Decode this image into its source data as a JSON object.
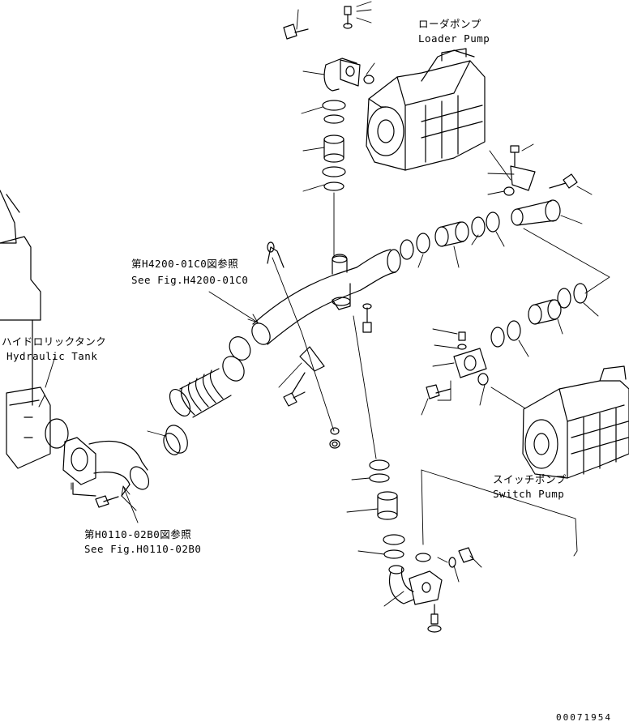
{
  "labels": {
    "loader_pump_jp": "ローダポンプ",
    "loader_pump_en": "Loader Pump",
    "switch_pump_jp": "スイッチポンプ",
    "switch_pump_en": "Switch Pump",
    "hydraulic_tank_jp": "ハイドロリックタンク",
    "hydraulic_tank_en": "Hydraulic Tank",
    "ref_h4200_jp": "第H4200-01C0図参照",
    "ref_h4200_en": "See Fig.H4200-01C0",
    "ref_h0110_jp": "第H0110-02B0図参照",
    "ref_h0110_en": "See Fig.H0110-02B0",
    "drawing_number": "00071954"
  }
}
